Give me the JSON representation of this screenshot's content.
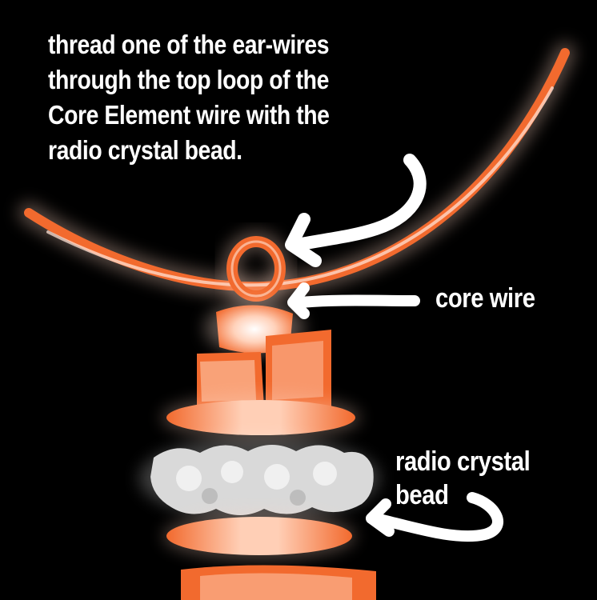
{
  "instruction": {
    "lines": [
      "thread one of the ear-wires",
      "through the top loop of the",
      "Core Element wire with the",
      "radio crystal bead."
    ]
  },
  "labels": {
    "core_wire": "core wire",
    "radio_crystal_bead": [
      "radio crystal",
      "bead"
    ]
  },
  "colors": {
    "background": "#000000",
    "wire_orange": "#f26a2e",
    "wire_glow": "#ffd9c4",
    "crystal_grey": "#d9d9d9",
    "text": "#ffffff",
    "arrow": "#ffffff"
  }
}
